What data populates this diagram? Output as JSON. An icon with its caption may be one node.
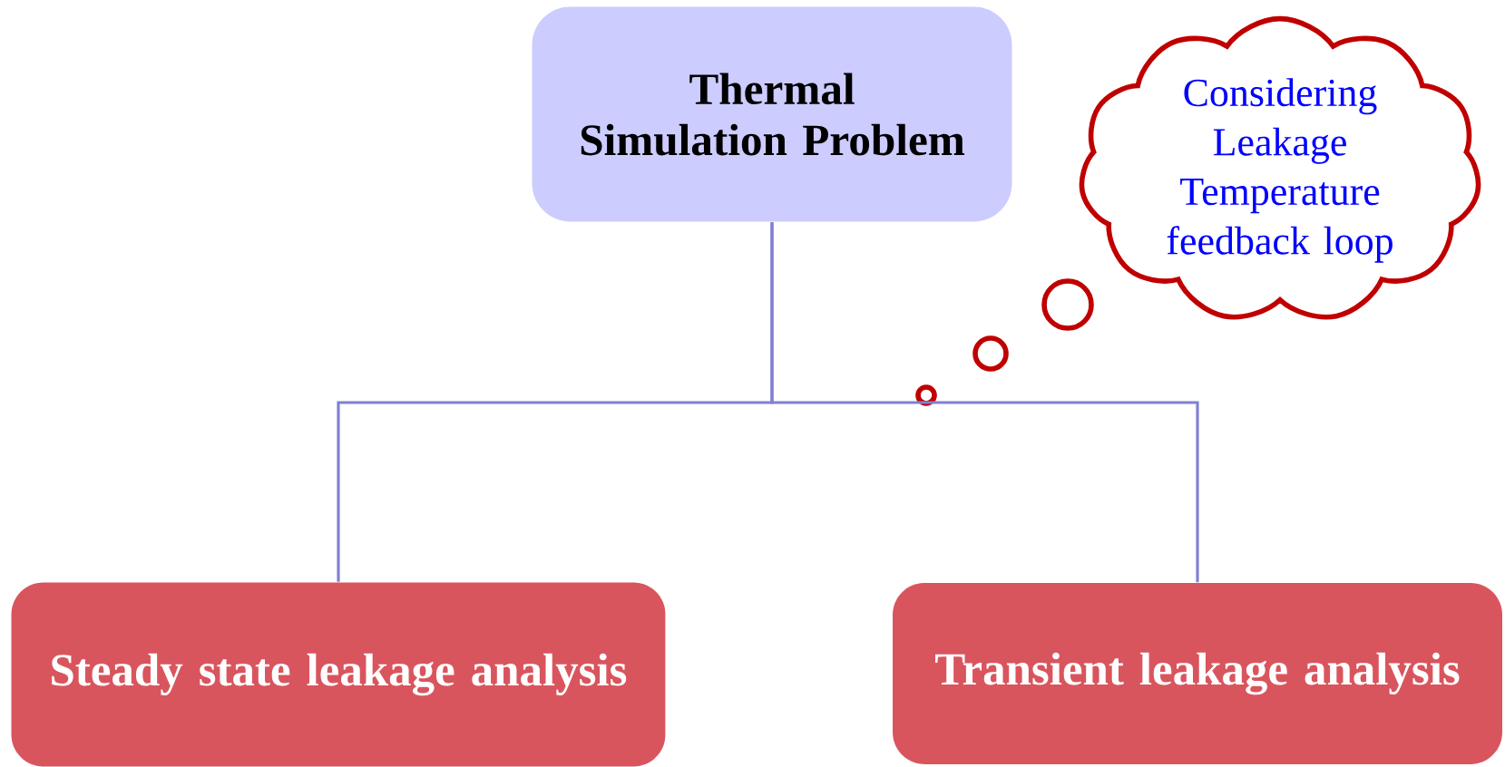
{
  "diagram": {
    "nodes": [
      {
        "text": [
          "Thermal Simulation Problem"
        ]
      },
      {
        "text": [
          "Steady state leakage analysis"
        ]
      },
      {
        "text": [
          "Transient leakage analysis"
        ]
      },
      {
        "text": [
          "Considering Leakage Temperature feedback loop"
        ]
      }
    ],
    "edges": [
      {
        "from": 0,
        "to": 1,
        "arrow": "none"
      },
      {
        "from": 0,
        "to": 2,
        "arrow": "none"
      }
    ]
  }
}
